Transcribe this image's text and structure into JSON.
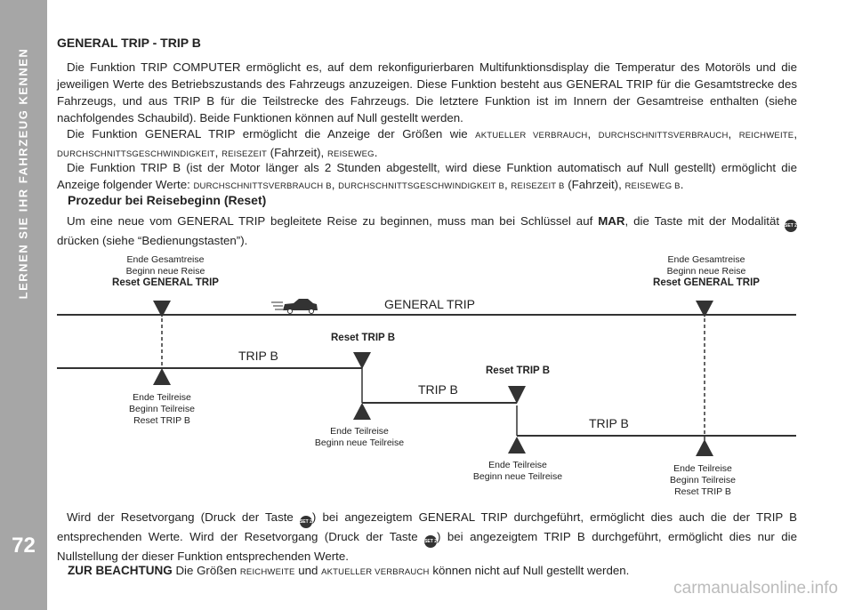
{
  "sidebar": {
    "title": "LERNEN SIE IHR FAHRZEUG KENNEN",
    "page_number": "72"
  },
  "heading": "GENERAL TRIP - TRIP B",
  "p1": "Die Funktion TRIP COMPUTER ermöglicht es, auf dem rekonfigurierbaren Multifunktionsdisplay die Temperatur des Motoröls und die jeweiligen Werte des Betriebszustands des Fahrzeugs anzuzeigen. Diese Funktion besteht aus GENERAL TRIP für die Gesamtstrecke des Fahrzeugs, und aus TRIP B für die Teilstrecke des Fahrzeugs. Die letztere Funktion ist im Innern der Gesamtreise enthalten (siehe nachfolgendes Schaubild). Beide Funktionen können auf Null gestellt werden.",
  "p2": {
    "pre": "Die Funktion GENERAL TRIP ermöglicht die Anzeige der Größen wie ",
    "g1": "aktueller verbrauch",
    "g2": "durchschnittsverbrauch",
    "g3": "reichweite",
    "g4": "durchschnittsgeschwindigkeit",
    "g5": "reisezeit",
    "mid": "(Fahrzeit),",
    "g6": "reiseweg"
  },
  "p3": {
    "pre": "Die Funktion TRIP B (ist der Motor länger als 2 Stunden abgestellt, wird diese Funktion automatisch auf Null gestellt) ermöglicht die Anzeige folgender Werte: ",
    "g1": "durchschnittsverbrauch b",
    "g2": "durchschnittsgeschwindigkeit b",
    "g3": "reisezeit b",
    "mid": "(Fahrzeit),",
    "g4": "reiseweg b"
  },
  "subheading": "Prozedur bei Reisebeginn (Reset)",
  "p4": {
    "pre": "Um eine neue vom GENERAL TRIP begleitete Reise zu beginnen, muss man bei Schlüssel auf ",
    "bold": "MAR",
    "mid": ", die Taste mit der Modalität ",
    "post": " drücken (siehe “Bedienungstasten”)."
  },
  "key_label": "SET 2",
  "diagram": {
    "general_trip_label": "GENERAL TRIP",
    "left_top": {
      "l1": "Ende Gesamtreise",
      "l2": "Beginn neue Reise",
      "l3": "Reset GENERAL TRIP"
    },
    "right_top": {
      "l1": "Ende Gesamtreise",
      "l2": "Beginn neue Reise",
      "l3": "Reset GENERAL TRIP"
    },
    "trip_b_label": "TRIP B",
    "reset_trip_b": "Reset TRIP B",
    "b1_bottom": {
      "l1": "Ende Teilreise",
      "l2": "Beginn Teilreise",
      "l3": "Reset TRIP B"
    },
    "b2_bottom": {
      "l1": "Ende Teilreise",
      "l2": "Beginn neue Teilreise"
    },
    "b3_bottom": {
      "l1": "Ende Teilreise",
      "l2": "Beginn neue Teilreise"
    },
    "b4_bottom": {
      "l1": "Ende Teilreise",
      "l2": "Beginn Teilreise",
      "l3": "Reset TRIP B"
    }
  },
  "p5": {
    "a": "Wird der Resetvorgang (Druck der Taste ",
    "b": ") bei angezeigtem GENERAL TRIP durchgeführt, ermöglicht dies auch die der TRIP B entsprechenden Werte. Wird der Resetvorgang (Druck der Taste ",
    "c": ") bei angezeigtem TRIP B durchgeführt, ermöglicht dies nur die Nullstellung der dieser Funktion entsprechenden Werte."
  },
  "note": {
    "label": "ZUR BEACHTUNG",
    "pre": " Die Größen ",
    "g1": "reichweite",
    "and": " und ",
    "g2": "aktueller verbrauch",
    "post": " können nicht auf Null gestellt werden."
  },
  "watermark": "carmanualsonline.info"
}
